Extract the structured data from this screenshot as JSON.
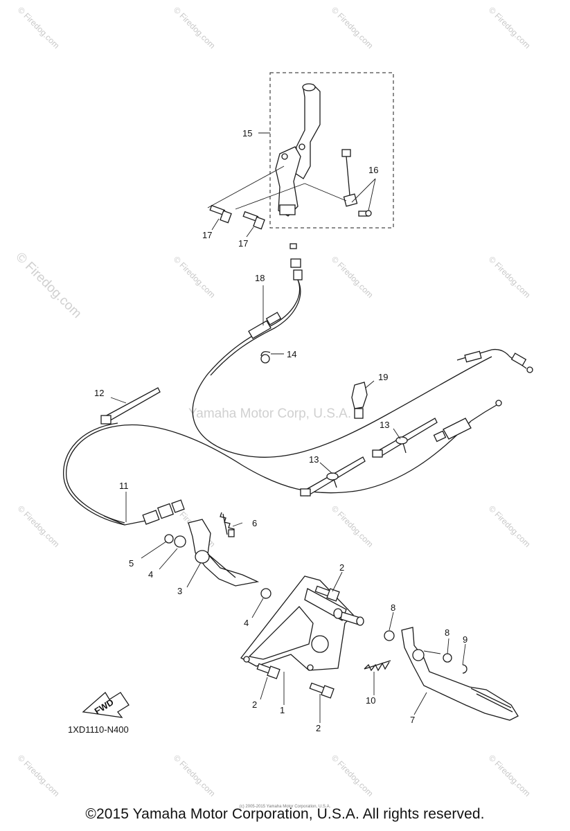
{
  "diagram_code": "1XD1110-N400",
  "fwd_label": "FWD",
  "center_watermark": "Yamaha Motor Corp, U.S.A.",
  "tile_watermark": "© Firedog.com",
  "copyright": "©2015 Yamaha Motor Corporation, U.S.A. All rights reserved.",
  "tiny_copyright": "(c) 2005-2015 Yamaha Motor Corporation, U.S.A.",
  "callouts": [
    "15",
    "16",
    "17",
    "17",
    "18",
    "14",
    "19",
    "12",
    "13",
    "13",
    "11",
    "6",
    "5",
    "4",
    "3",
    "2",
    "4",
    "8",
    "8",
    "9",
    "10",
    "2",
    "1",
    "2",
    "7"
  ]
}
